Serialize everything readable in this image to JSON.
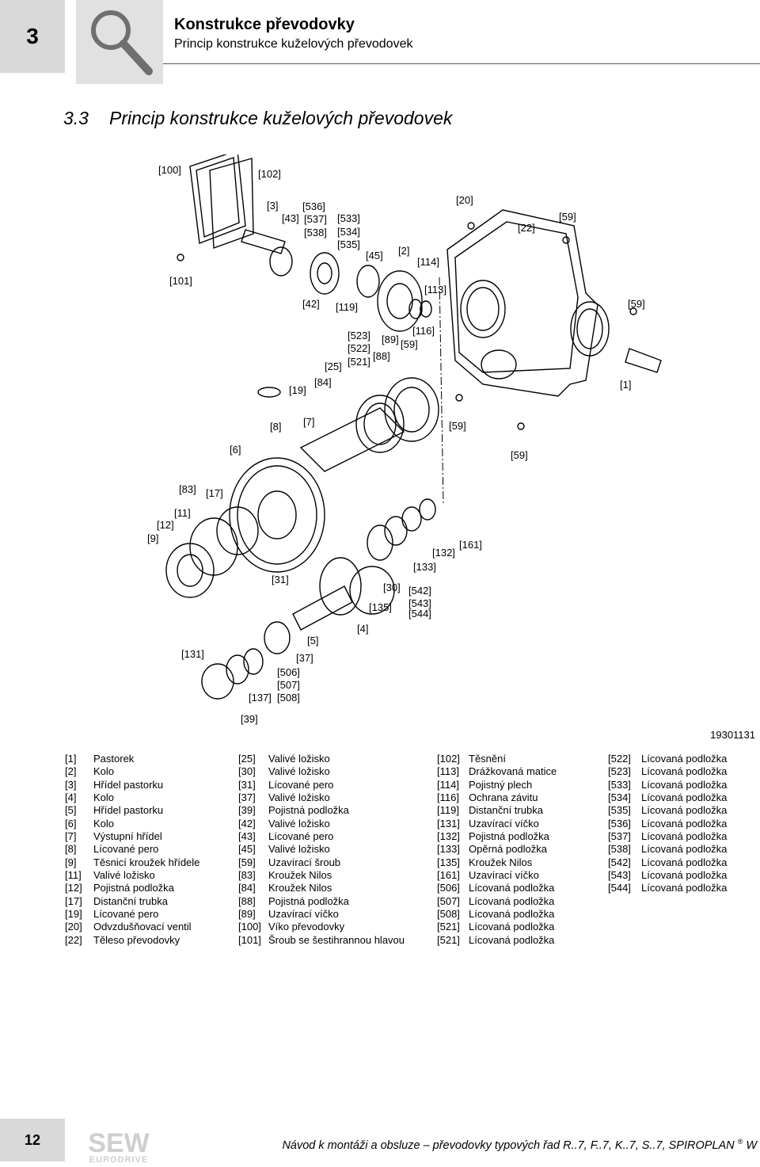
{
  "header": {
    "chapter": "3",
    "title": "Konstrukce převodovky",
    "subtitle": "Princip konstrukce kuželových převodovek"
  },
  "section": {
    "number": "3.3",
    "title": "Princip konstrukce kuželových převodovek"
  },
  "figure_id": "19301131",
  "labels": [
    "[100]",
    "[102]",
    "[3]",
    "[536]",
    "[43]",
    "[537]",
    "[538]",
    "[533]",
    "[534]",
    "[535]",
    "[45]",
    "[2]",
    "[114]",
    "[20]",
    "[22]",
    "[59]",
    "[101]",
    "[42]",
    "[119]",
    "[113]",
    "[59]",
    "[116]",
    "[523]",
    "[89]",
    "[59]",
    "[522]",
    "[88]",
    "[521]",
    "[25]",
    "[84]",
    "[19]",
    "[1]",
    "[7]",
    "[8]",
    "[59]",
    "[6]",
    "[59]",
    "[83]",
    "[17]",
    "[11]",
    "[12]",
    "[9]",
    "[161]",
    "[132]",
    "[133]",
    "[31]",
    "[30]",
    "[542]",
    "[135]",
    "[543]",
    "[544]",
    "[4]",
    "[5]",
    "[131]",
    "[37]",
    "[506]",
    "[507]",
    "[137]",
    "[508]",
    "[39]"
  ],
  "parts": {
    "col1": [
      {
        "n": "[1]",
        "t": "Pastorek"
      },
      {
        "n": "[2]",
        "t": "Kolo"
      },
      {
        "n": "[3]",
        "t": "Hřídel pastorku"
      },
      {
        "n": "[4]",
        "t": "Kolo"
      },
      {
        "n": "[5]",
        "t": "Hřídel pastorku"
      },
      {
        "n": "[6]",
        "t": "Kolo"
      },
      {
        "n": "[7]",
        "t": "Výstupní hřídel"
      },
      {
        "n": "[8]",
        "t": "Lícované pero"
      },
      {
        "n": "[9]",
        "t": "Těsnicí kroužek hřídele"
      },
      {
        "n": "[11]",
        "t": "Valivé ložisko"
      },
      {
        "n": "[12]",
        "t": "Pojistná podložka"
      },
      {
        "n": "[17]",
        "t": "Distanční trubka"
      },
      {
        "n": "[19]",
        "t": "Lícované pero"
      },
      {
        "n": "[20]",
        "t": "Odvzdušňovací ventil"
      },
      {
        "n": "[22]",
        "t": "Těleso převodovky"
      }
    ],
    "col2": [
      {
        "n": "[25]",
        "t": "Valivé ložisko"
      },
      {
        "n": "[30]",
        "t": "Valivé ložisko"
      },
      {
        "n": "[31]",
        "t": "Lícované pero"
      },
      {
        "n": "[37]",
        "t": "Valivé ložisko"
      },
      {
        "n": "[39]",
        "t": "Pojistná podložka"
      },
      {
        "n": "[42]",
        "t": "Valivé ložisko"
      },
      {
        "n": "[43]",
        "t": "Lícované pero"
      },
      {
        "n": "[45]",
        "t": "Valivé ložisko"
      },
      {
        "n": "[59]",
        "t": "Uzavírací šroub"
      },
      {
        "n": "[83]",
        "t": "Kroužek Nilos"
      },
      {
        "n": "[84]",
        "t": "Kroužek Nilos"
      },
      {
        "n": "[88]",
        "t": "Pojistná podložka"
      },
      {
        "n": "[89]",
        "t": "Uzavírací víčko"
      },
      {
        "n": "[100]",
        "t": "Víko převodovky"
      },
      {
        "n": "[101]",
        "t": "Šroub se šestihrannou hlavou"
      }
    ],
    "col3": [
      {
        "n": "[102]",
        "t": "Těsnění"
      },
      {
        "n": "[113]",
        "t": "Drážkovaná matice"
      },
      {
        "n": "[114]",
        "t": "Pojistný plech"
      },
      {
        "n": "[116]",
        "t": "Ochrana závitu"
      },
      {
        "n": "[119]",
        "t": "Distanční trubka"
      },
      {
        "n": "[131]",
        "t": "Uzavírací víčko"
      },
      {
        "n": "[132]",
        "t": "Pojistná podložka"
      },
      {
        "n": "[133]",
        "t": "Opěrná podložka"
      },
      {
        "n": "[135]",
        "t": "Kroužek Nilos"
      },
      {
        "n": "[161]",
        "t": "Uzavírací víčko"
      },
      {
        "n": "[506]",
        "t": "Lícovaná podložka"
      },
      {
        "n": "[507]",
        "t": "Lícovaná podložka"
      },
      {
        "n": "[508]",
        "t": "Lícovaná podložka"
      },
      {
        "n": "[521]",
        "t": "Lícovaná podložka"
      },
      {
        "n": "[521]",
        "t": "Lícovaná podložka"
      }
    ],
    "col4": [
      {
        "n": "[522]",
        "t": "Lícovaná podložka"
      },
      {
        "n": "[523]",
        "t": "Lícovaná podložka"
      },
      {
        "n": "[533]",
        "t": "Lícovaná podložka"
      },
      {
        "n": "[534]",
        "t": "Lícovaná podložka"
      },
      {
        "n": "[535]",
        "t": "Lícovaná podložka"
      },
      {
        "n": "[536]",
        "t": "Lícovaná podložka"
      },
      {
        "n": "[537]",
        "t": "Lícovaná podložka"
      },
      {
        "n": "[538]",
        "t": "Lícovaná podložka"
      },
      {
        "n": "[542]",
        "t": "Lícovaná podložka"
      },
      {
        "n": "[543]",
        "t": "Lícovaná podložka"
      },
      {
        "n": "[544]",
        "t": "Lícovaná podložka"
      }
    ]
  },
  "footer": {
    "page": "12",
    "logo_top": "SEW",
    "logo_bottom": "EURODRIVE",
    "text": "Návod k montáži a obsluze – převodovky typových řad R..7, F..7, K..7, S..7, SPIROPLAN",
    "reg": "®",
    "tail": "W"
  }
}
